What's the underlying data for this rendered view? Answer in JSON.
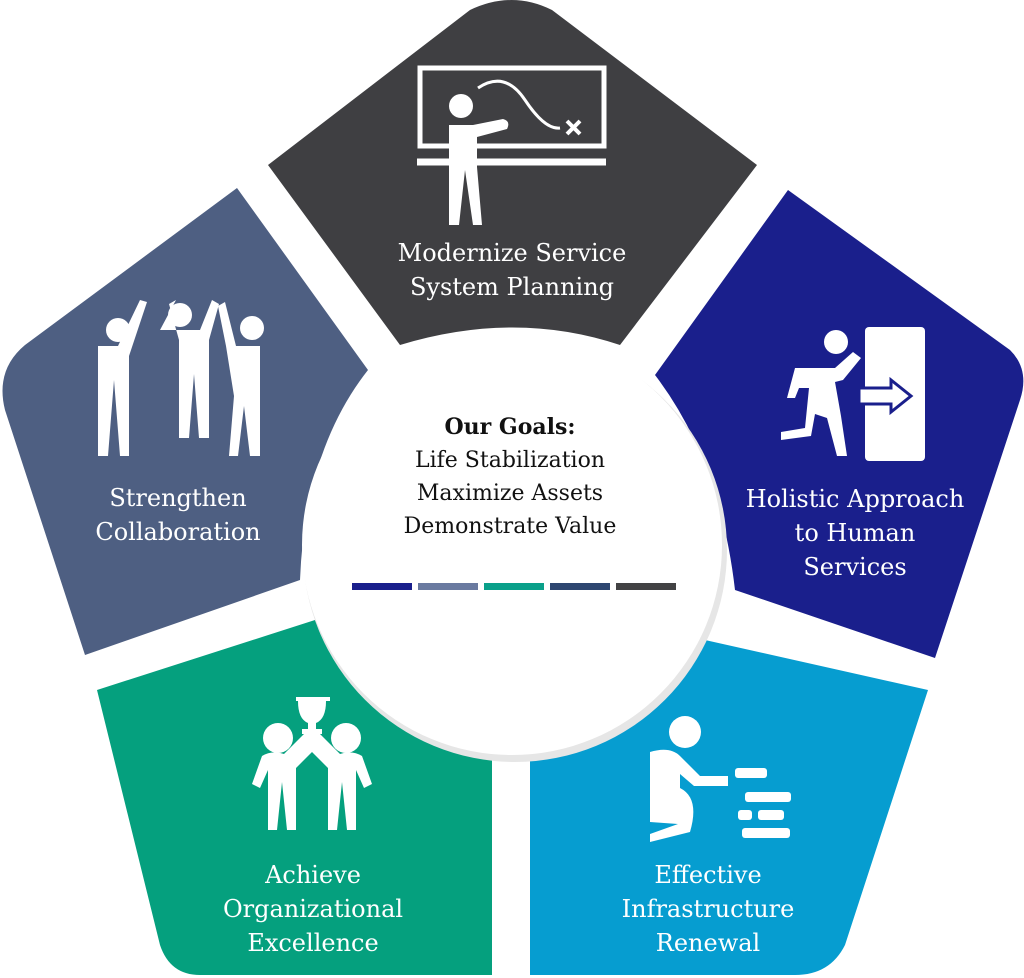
{
  "center": {
    "title": "Our Goals:",
    "items": [
      "Life Stabilization",
      "Maximize Assets",
      "Demonstrate Value"
    ],
    "bars": [
      {
        "color": "#1a1f8c"
      },
      {
        "color": "#6a7aa0"
      },
      {
        "color": "#0aa08a"
      },
      {
        "color": "#2e4670"
      },
      {
        "color": "#424244"
      }
    ]
  },
  "segments": [
    {
      "id": "top",
      "label": "Modernize Service\nSystem Planning",
      "color": "#3f3f42",
      "icon": "presentation-board-icon"
    },
    {
      "id": "right",
      "label": "Holistic Approach\nto Human\nServices",
      "color": "#1a1f8c",
      "icon": "exit-door-icon"
    },
    {
      "id": "bottom-right",
      "label": "Effective\nInfrastructure\nRenewal",
      "color": "#069dd0",
      "icon": "bricklayer-icon"
    },
    {
      "id": "bottom-left",
      "label": "Achieve\nOrganizational\nExcellence",
      "color": "#05a07e",
      "icon": "trophy-team-icon"
    },
    {
      "id": "left",
      "label": "Strengthen\nCollaboration",
      "color": "#4e5f82",
      "icon": "team-cheer-icon"
    }
  ]
}
